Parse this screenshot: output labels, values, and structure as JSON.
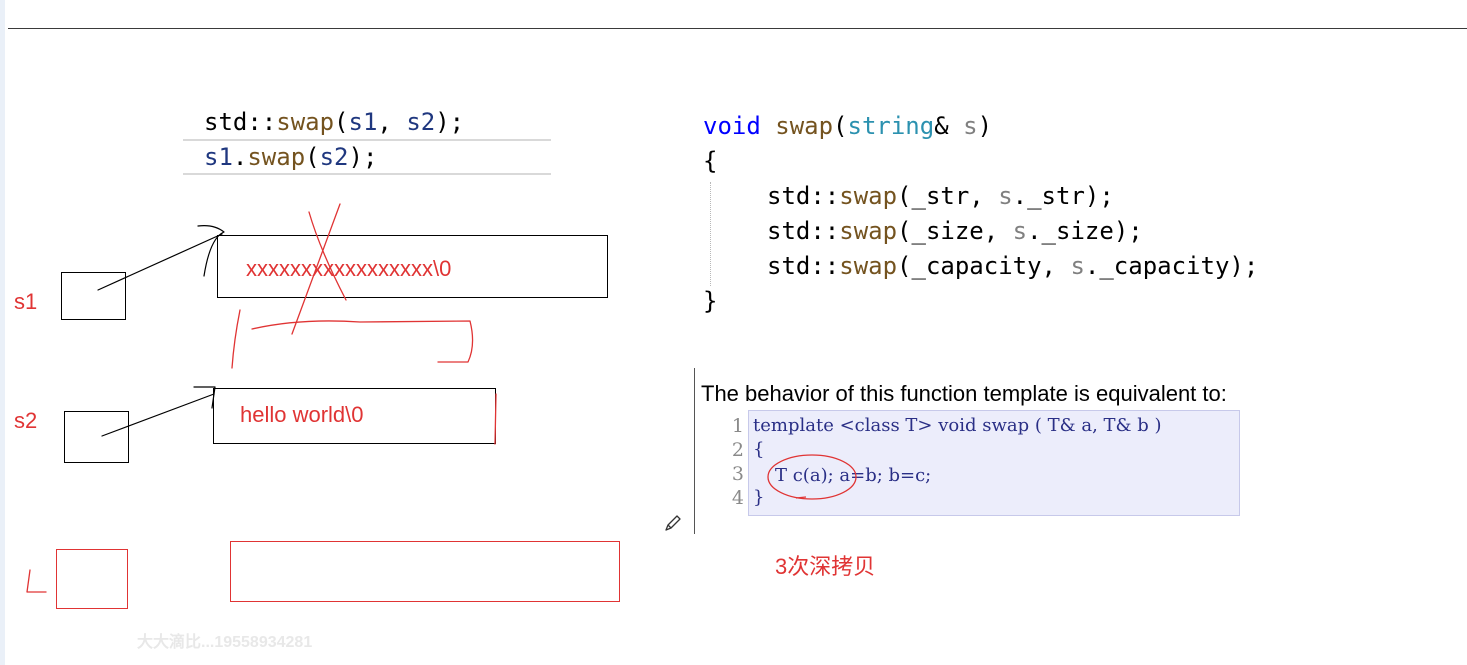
{
  "left_code": {
    "line1": {
      "ns": "std::",
      "fn": "swap",
      "open": "(",
      "a1": "s1",
      "comma": ", ",
      "a2": "s2",
      "close": ");"
    },
    "line2": {
      "obj": "s1",
      "dot": ".",
      "fn": "swap",
      "open": "(",
      "arg": "s2",
      "close": ");"
    }
  },
  "diagram": {
    "s1_label": "s1",
    "s2_label": "s2",
    "s1_buffer_text": "xxxxxxxxxxxxxxxxx\\0",
    "s2_buffer_text": "hello world\\0"
  },
  "member_swap": {
    "sig": {
      "kw": "void",
      "name": "swap",
      "open": "(",
      "type": "string",
      "amp": "& ",
      "param": "s",
      "close": ")"
    },
    "open_brace": "{",
    "body": [
      {
        "ns": "std::",
        "fn": "swap",
        "open": "(",
        "a1": "_str",
        "sep": ", ",
        "obj": "s",
        "a2": "._str",
        "close": ");"
      },
      {
        "ns": "std::",
        "fn": "swap",
        "open": "(",
        "a1": "_size",
        "sep": ", ",
        "obj": "s",
        "a2": "._size",
        "close": ");"
      },
      {
        "ns": "std::",
        "fn": "swap",
        "open": "(",
        "a1": "_capacity",
        "sep": ", ",
        "obj": "s",
        "a2": "._capacity",
        "close": ");"
      }
    ],
    "close_brace": "}"
  },
  "template_ref": {
    "description": "The behavior of this function template is equivalent to:",
    "lines": [
      {
        "num": "1",
        "code": "template <class T> void swap ( T& a, T& b )"
      },
      {
        "num": "2",
        "code": "{"
      },
      {
        "num": "3",
        "circled": "T c(a);",
        "rest": " a=b; b=c;"
      },
      {
        "num": "4",
        "code": "}"
      }
    ]
  },
  "annotation": "3次深拷贝",
  "watermark": "大大滴比...19558934281",
  "icons": {
    "pencil": "pencil-icon"
  },
  "colors": {
    "ink_red": "#e03434",
    "keyword": "#0000ff",
    "function": "#74531f",
    "type": "#2b91af",
    "template_bg": "#ecedfb"
  }
}
